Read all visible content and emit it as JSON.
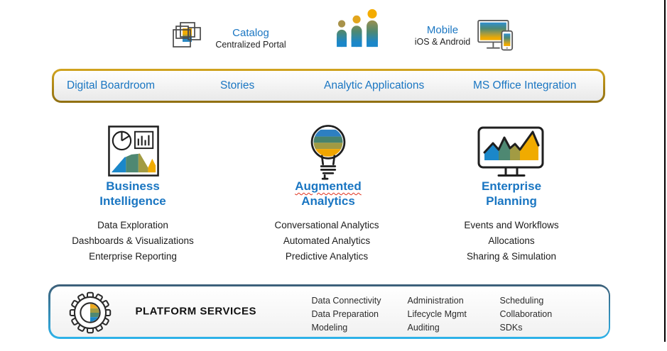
{
  "header": {
    "catalog": {
      "title": "Catalog",
      "subtitle": "Centralized Portal"
    },
    "mobile": {
      "title": "Mobile",
      "subtitle": "iOS & Android"
    }
  },
  "experience_bar": {
    "items": [
      "Digital Boardroom",
      "Stories",
      "Analytic Applications",
      "MS Office Integration"
    ]
  },
  "pillars": [
    {
      "title": [
        "Business",
        "Intelligence"
      ],
      "features": [
        "Data Exploration",
        "Dashboards & Visualizations",
        "Enterprise Reporting"
      ]
    },
    {
      "title": [
        "Augmented",
        "Analytics"
      ],
      "features": [
        "Conversational Analytics",
        "Automated Analytics",
        "Predictive Analytics"
      ]
    },
    {
      "title": [
        "Enterprise",
        "Planning"
      ],
      "features": [
        "Events and Workflows",
        "Allocations",
        "Sharing & Simulation"
      ]
    }
  ],
  "platform": {
    "title": "PLATFORM SERVICES",
    "groups": [
      [
        "Data Connectivity",
        "Data Preparation",
        "Modeling"
      ],
      [
        "Administration",
        "Lifecycle Mgmt",
        "Auditing"
      ],
      [
        "Scheduling",
        "Collaboration",
        "SDKs"
      ]
    ]
  },
  "icons": [
    "catalog-squares-icon",
    "people-icon",
    "devices-icon",
    "bi-charts-icon",
    "lightbulb-icon",
    "monitor-chart-icon",
    "gear-icon"
  ],
  "colors": {
    "accent_blue": "#1a76c2",
    "gold_border": "#b6891e",
    "platform_border_top": "#3c5f78",
    "platform_border_bottom": "#2eb3ea",
    "stripe_yellow": "#f0ab00",
    "stripe_olive": "#a29b43",
    "stripe_teal": "#4e8872",
    "stripe_blue": "#1b87c9",
    "text_dark": "#1c1c1c"
  }
}
